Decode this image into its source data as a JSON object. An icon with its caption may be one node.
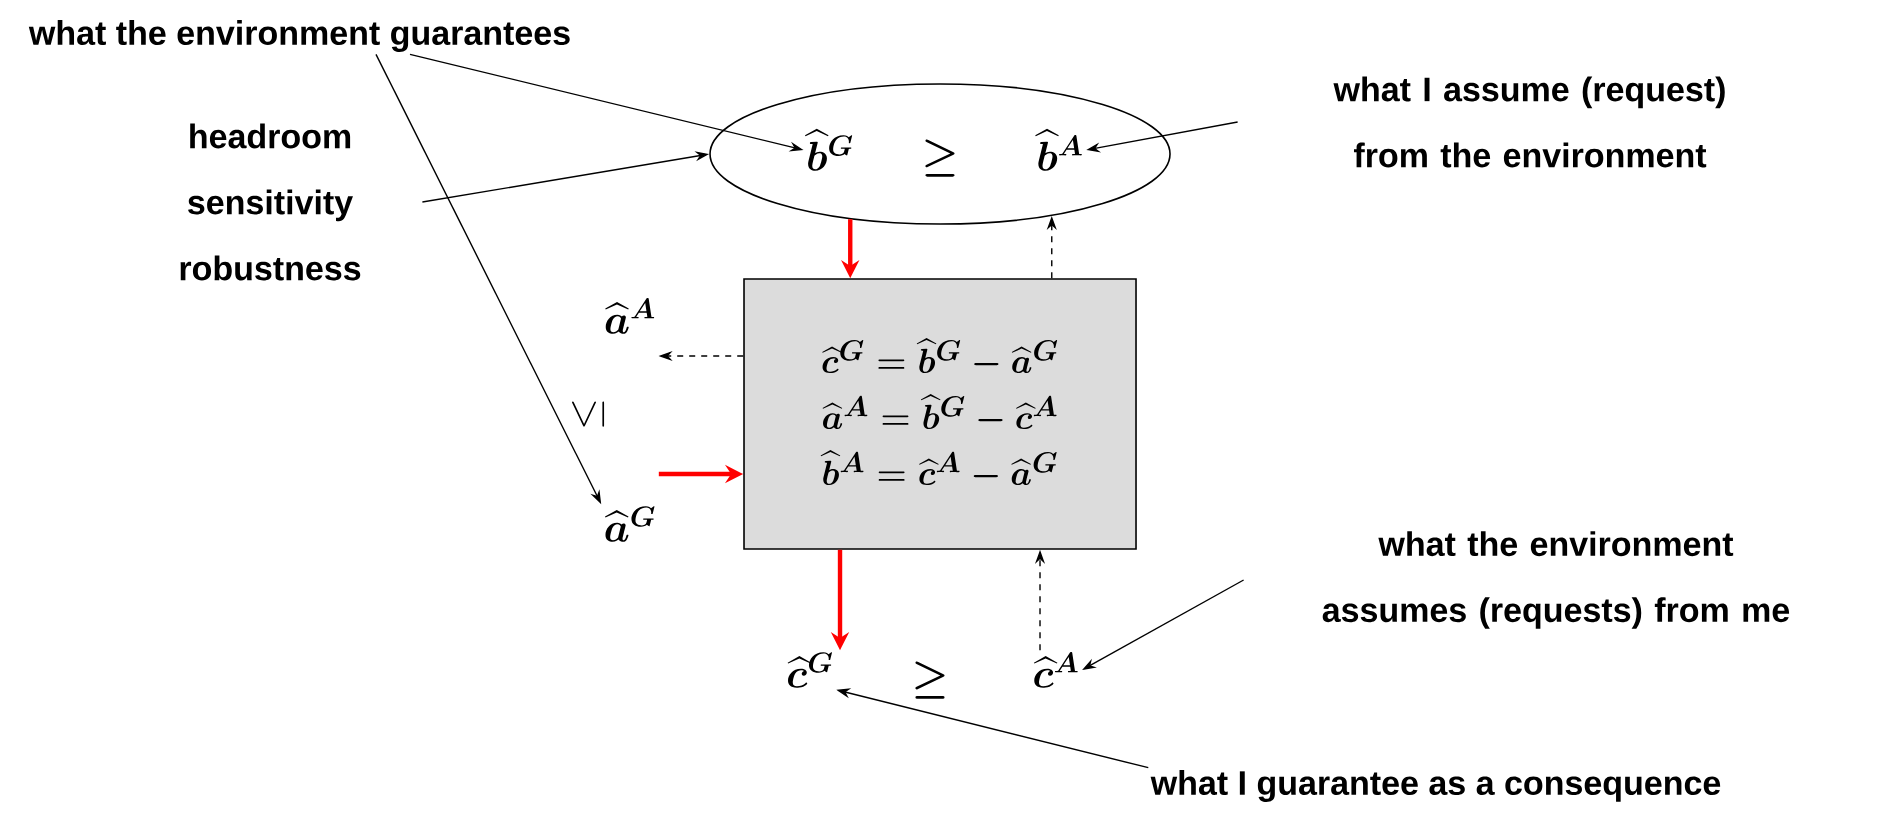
{
  "diagram": {
    "nodes": [
      {
        "text": [
          "what the environment guarantees"
        ]
      },
      {
        "text": [
          "headroom sensitivity robustness"
        ]
      },
      {
        "text": [],
        "shape": "ellipse"
      },
      {
        "text": [
          "\\widehat{b}^{G}"
        ],
        "in": 2
      },
      {
        "text": [
          "\\geq"
        ],
        "in": 2
      },
      {
        "text": [
          "\\widehat{b}^{A}"
        ],
        "in": 2
      },
      {
        "text": [
          "what I assume (request) from the environment"
        ]
      },
      {
        "text": [
          "\\widehat{a}^{A}"
        ]
      },
      {
        "text": [
          "\\leq"
        ]
      },
      {
        "text": [
          "\\widehat{c}^{G}=\\widehat{b}^{G}-\\widehat{a}^{G}",
          "\\widehat{a}^{A}=\\widehat{b}^{G}-\\widehat{c}^{A}",
          "\\widehat{b}^{A}=\\widehat{c}^{A}-\\widehat{a}^{G}"
        ]
      },
      {
        "text": [
          "\\widehat{a}^{G}"
        ]
      },
      {
        "text": [
          "\\widehat{c}^{G}"
        ]
      },
      {
        "text": [
          "\\geq"
        ]
      },
      {
        "text": [
          "\\widehat{c}^{A}"
        ]
      },
      {
        "text": [
          "what the environment assumes (requests) from me"
        ]
      },
      {
        "text": [
          "what I guarantee as a consequence"
        ]
      }
    ],
    "edges": [
      {
        "from": 0,
        "to": 3,
        "arrow": "to"
      },
      {
        "from": 0,
        "to": 10,
        "arrow": "to"
      },
      {
        "from": 1,
        "to": 2,
        "arrow": "to"
      },
      {
        "from": 6,
        "to": 5,
        "arrow": "to"
      },
      {
        "from": 2,
        "to": 9,
        "arrow": "to",
        "style": "thick",
        "color": "#ff0000"
      },
      {
        "from": 9,
        "to": 2,
        "arrow": "to",
        "style": "dashed"
      },
      {
        "from": 9,
        "to": 7,
        "arrow": "to",
        "style": "dashed"
      },
      {
        "from": 10,
        "to": 9,
        "arrow": "to",
        "style": "thick",
        "color": "#ff0000"
      },
      {
        "from": 9,
        "to": 11,
        "arrow": "to",
        "style": "thick",
        "color": "#ff0000"
      },
      {
        "from": 13,
        "to": 9,
        "arrow": "to",
        "style": "dashed"
      },
      {
        "from": 14,
        "to": 13,
        "arrow": "to"
      },
      {
        "from": 15,
        "to": 11,
        "arrow": "to"
      }
    ]
  }
}
